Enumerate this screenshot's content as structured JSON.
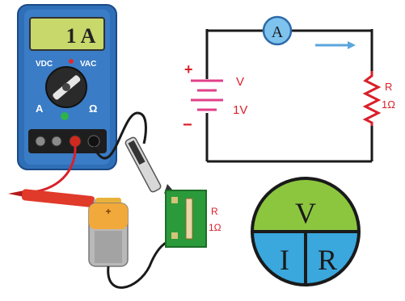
{
  "multimeter": {
    "display": "1 A",
    "label_vdc": "VDC",
    "label_vac": "VAC",
    "label_a": "A",
    "label_ohm": "Ω"
  },
  "battery": {
    "polarity_plus": "+"
  },
  "resistor_board": {
    "label_r": "R",
    "label_value": "1Ω"
  },
  "circuit": {
    "ammeter_label": "A",
    "source_label": "V",
    "source_value": "1V",
    "plus_sign": "+",
    "minus_sign": "−",
    "resistor_label": "R",
    "resistor_value": "1Ω"
  },
  "ohm_wheel": {
    "top": "V",
    "bottom_left": "I",
    "bottom_right": "R"
  },
  "colors": {
    "meter_blue": "#2f6fb8",
    "lcd_green": "#c9d86a",
    "resistor_red": "#d9202a",
    "wire": "#1a1a1a",
    "arrow_blue": "#5aa6dc",
    "wheel_green": "#8cc63f",
    "wheel_blue": "#3aa7dd"
  }
}
